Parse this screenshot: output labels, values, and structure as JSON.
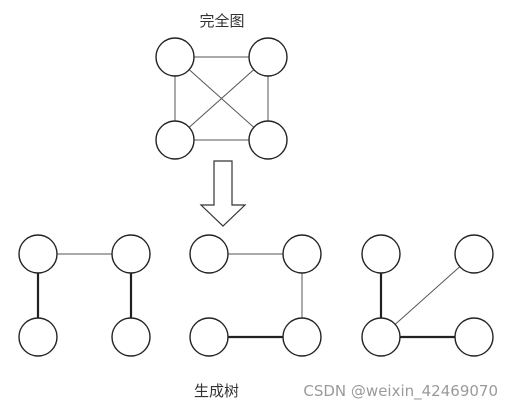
{
  "diagram": {
    "title": "完全图",
    "caption": "生成树",
    "watermark": "CSDN @weixin_42469070"
  }
}
